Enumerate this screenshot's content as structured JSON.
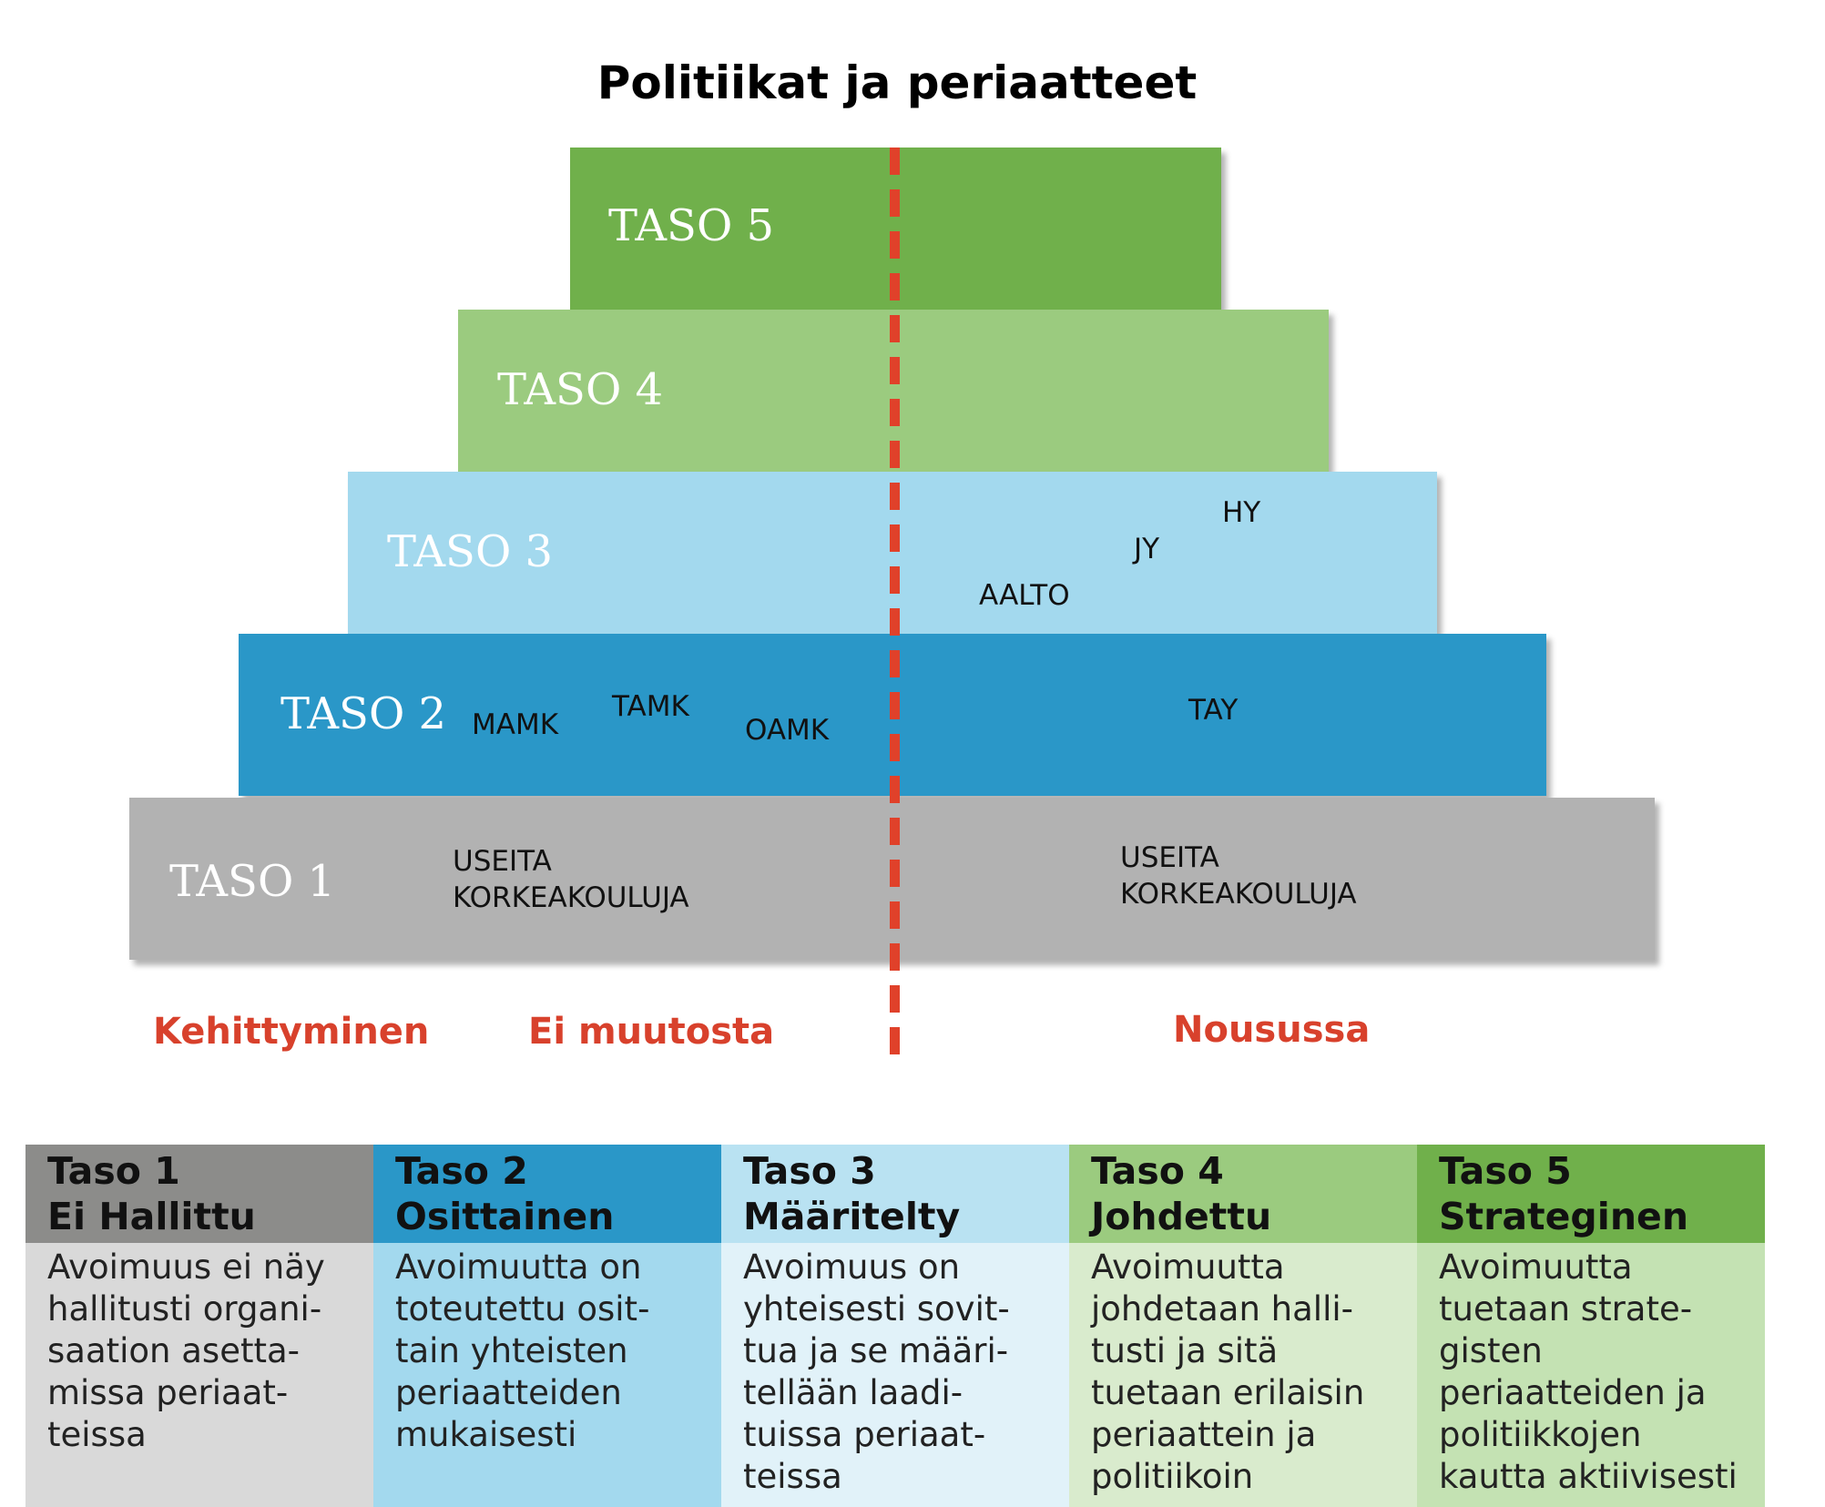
{
  "title": "Politiikat ja periaatteet",
  "tiers": [
    {
      "label": "TASO 5",
      "color": "#70b04b"
    },
    {
      "label": "TASO 4",
      "color": "#9bcb7f"
    },
    {
      "label": "TASO 3",
      "color": "#a3d9ee"
    },
    {
      "label": "TASO 2",
      "color": "#2a97c8"
    },
    {
      "label": "TASO 1",
      "color": "#b2b2b2"
    }
  ],
  "institutions": {
    "taso3": {
      "hy": "HY",
      "jy": "JY",
      "aalto": "AALTO"
    },
    "taso2": {
      "mamk": "MAMK",
      "tamk": "TAMK",
      "oamk": "OAMK",
      "tay": "TAY"
    },
    "taso1": {
      "left": "USEITA\nKORKEAKOULUJA",
      "right": "USEITA\nKORKEAKOULUJA"
    }
  },
  "trends": {
    "kehittyminen": "Kehittyminen",
    "ei_muutosta": "Ei muutosta",
    "nousussa": "Nousussa"
  },
  "divider_color": "#e0412a",
  "table": [
    {
      "head1": "Taso 1",
      "head2": "Ei Hallittu",
      "body": "Avoimuus ei näy\nhallitusti organi-\nsaation asetta-\nmissa periaat-\nteissa",
      "head_color": "#8c8c8a",
      "body_color": "#d9d9d9"
    },
    {
      "head1": "Taso 2",
      "head2": "Osittainen",
      "body": "Avoimuutta on\ntoteutettu osit-\ntain yhteisten\nperiaatteiden\nmukaisesti",
      "head_color": "#2a97c8",
      "body_color": "#a3d9ee"
    },
    {
      "head1": "Taso 3",
      "head2": "Määritelty",
      "body": "Avoimuus on\nyhteisesti sovit-\ntua ja se määri-\ntellään laadi-\ntuissa periaat-\nteissa",
      "head_color": "#b9e2f2",
      "body_color": "#e1f2f9"
    },
    {
      "head1": "Taso 4",
      "head2": "Johdettu",
      "body": "Avoimuutta\njohdetaan halli-\ntusti ja sitä\ntuetaan erilaisin\nperiaattein ja\npolitiikoin",
      "head_color": "#9bcb7f",
      "body_color": "#d9ebcd"
    },
    {
      "head1": "Taso 5",
      "head2": "Strateginen",
      "body": "Avoimuutta\ntuetaan strate-\ngisten\nperiaatteiden ja\npolitiikkojen\nkautta aktiivisesti",
      "head_color": "#70b04b",
      "body_color": "#c4e2b3"
    }
  ]
}
